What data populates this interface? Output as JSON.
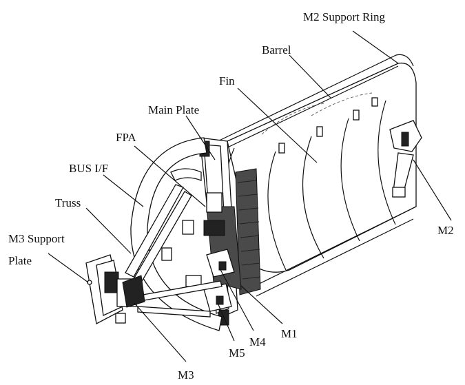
{
  "diagram": {
    "labels": {
      "m2_support_ring": "M2 Support Ring",
      "barrel": "Barrel",
      "fin": "Fin",
      "main_plate": "Main Plate",
      "fpa": "FPA",
      "bus_if": "BUS I/F",
      "truss": "Truss",
      "m3_support_line1": "M3 Support",
      "m3_support_line2": "Plate",
      "m2": "M2",
      "m1": "M1",
      "m4": "M4",
      "m5": "M5",
      "m3": "M3"
    }
  }
}
